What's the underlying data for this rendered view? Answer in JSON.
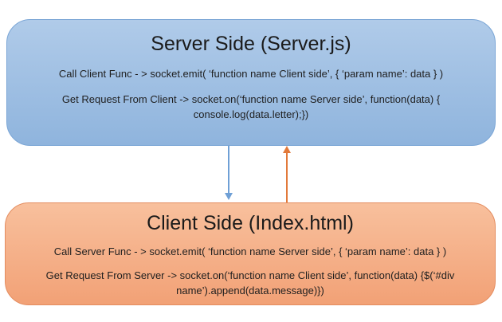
{
  "server_box": {
    "title": "Server Side (Server.js)",
    "call_line": "Call Client Func - > socket.emit( ‘function name Client side’, { ‘param name’: data } )",
    "get_line": "Get Request From Client -> socket.on(‘function name Server side’, function(data) { console.log(data.letter);})",
    "fill_top": "#b0cbe9",
    "fill_bottom": "#8fb4dd",
    "border": "#7ba6d6"
  },
  "client_box": {
    "title": "Client Side (Index.html)",
    "call_line": "Call Server Func - > socket.emit( ‘function name Server side’, { ‘param name’: data } )",
    "get_line": "Get Request From Server -> socket.on(‘function name Client side’, function(data) {$(‘#div name’).append(data.message)})",
    "fill_top": "#f8c09d",
    "fill_bottom": "#f2a176",
    "border": "#e48d60"
  },
  "arrows": {
    "server_to_client_color": "#6fa0d6",
    "client_to_server_color": "#e2793a"
  },
  "colors": {
    "background": "#ffffff",
    "text": "#1f1f1f"
  }
}
